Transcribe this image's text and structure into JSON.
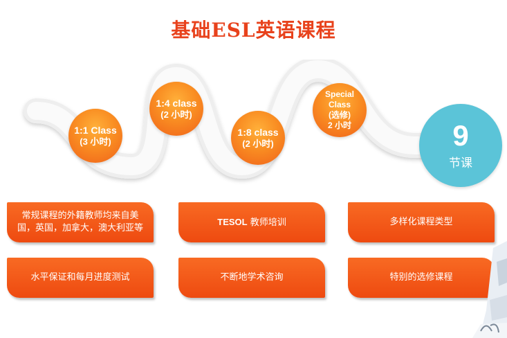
{
  "title": "基础ESL英语课程",
  "classes": [
    {
      "line1": "1:1 Class",
      "line2": "(3 小时)"
    },
    {
      "line1": "1:4 class",
      "line2": "(2 小时)"
    },
    {
      "line1": "1:8 class",
      "line2": "(2 小时)"
    },
    {
      "line1": "Special",
      "line2": "Class",
      "line3": "(选修)",
      "line4": "2 小时"
    }
  ],
  "total": {
    "number": "9",
    "unit": "节课"
  },
  "features": [
    {
      "text": "常规课程的外籍教师均来自美国，英国，加拿大，澳大利亚等"
    },
    {
      "strong": "TESOL",
      "text": " 教师培训"
    },
    {
      "text": "多样化课程类型"
    },
    {
      "text": "水平保证和每月进度测试"
    },
    {
      "text": "不断地学术咨询"
    },
    {
      "text": "特别的选修课程"
    }
  ],
  "colors": {
    "accent": "#e8421c",
    "circle": "#f98d22",
    "total_circle": "#5bc4d8",
    "box": "#ee4a10"
  }
}
